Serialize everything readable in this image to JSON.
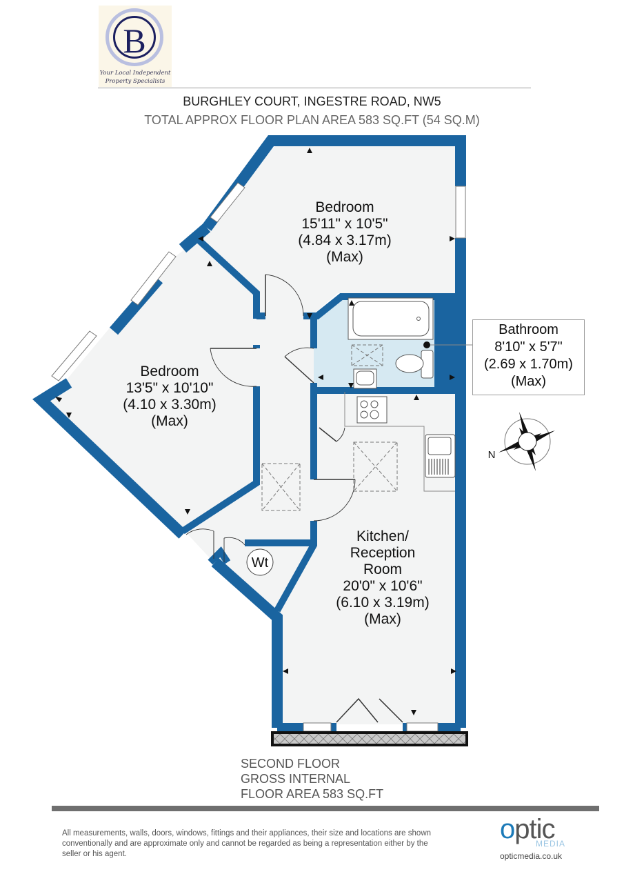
{
  "logo": {
    "letter": "B",
    "tagline_line1": "Your Local Independent",
    "tagline_line2": "Property Specialists"
  },
  "header": {
    "address": "BURGHLEY COURT, INGESTRE ROAD, NW5",
    "total_area": "TOTAL APPROX FLOOR PLAN AREA 583 SQ.FT (54 SQ.M)"
  },
  "rooms": {
    "bedroom1": {
      "name": "Bedroom",
      "imperial": "15'11\" x 10'5\"",
      "metric": "(4.84 x 3.17m)",
      "note": "(Max)"
    },
    "bedroom2": {
      "name": "Bedroom",
      "imperial": "13'5\" x 10'10\"",
      "metric": "(4.10 x 3.30m)",
      "note": "(Max)"
    },
    "bathroom": {
      "name": "Bathroom",
      "imperial": "8'10\" x 5'7\"",
      "metric": "(2.69 x 1.70m)",
      "note": "(Max)"
    },
    "kitchen": {
      "name_line1": "Kitchen/",
      "name_line2": "Reception",
      "name_line3": "Room",
      "imperial": "20'0\" x 10'6\"",
      "metric": "(6.10 x 3.19m)",
      "note": "(Max)"
    },
    "cupboard": {
      "label": "Wt"
    }
  },
  "compass": {
    "label": "N"
  },
  "floor_note": {
    "line1": "SECOND FLOOR",
    "line2": "GROSS INTERNAL",
    "line3": "FLOOR AREA 583 SQ.FT"
  },
  "footer": {
    "disclaimer": "All measurements, walls, doors, windows, fittings and their appliances, their size and locations are shown conventionally and are approximate only and cannot be regarded as being a representation either by the seller or his agent.",
    "brand_o": "o",
    "brand_rest": "ptic",
    "brand_sub": "MEDIA",
    "brand_url": "opticmedia.co.uk"
  },
  "colors": {
    "wall": "#1a64a0",
    "floor": "#f3f4f4",
    "bathroom_floor": "#d6e9f2",
    "balcony": "#c8c8c8"
  }
}
